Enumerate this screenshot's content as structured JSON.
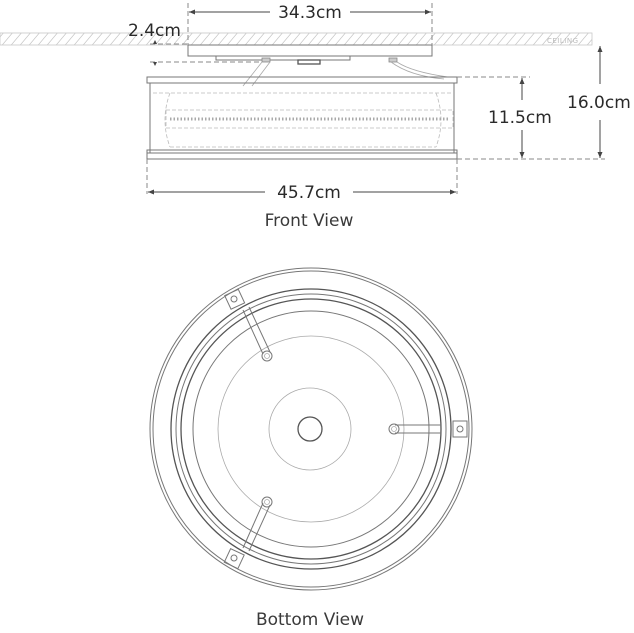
{
  "front_view": {
    "label": "Front View",
    "ceiling_label": "CEILING",
    "dimensions": {
      "canopy_width": "34.3cm",
      "canopy_gap": "2.4cm",
      "body_height": "11.5cm",
      "overall_height": "16.0cm",
      "overall_width": "45.7cm"
    }
  },
  "bottom_view": {
    "label": "Bottom View"
  },
  "colors": {
    "line": "#777777",
    "text": "#2a2a2a",
    "hatch": "#bbbbbb"
  }
}
